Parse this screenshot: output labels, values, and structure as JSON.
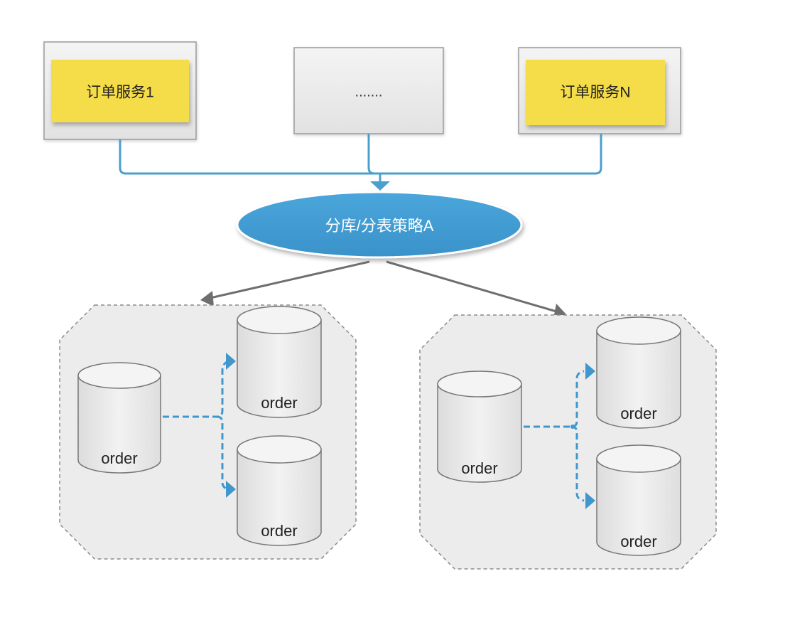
{
  "services": [
    {
      "label": "订单服务1"
    },
    {
      "label": "......."
    },
    {
      "label": "订单服务N"
    }
  ],
  "strategy": {
    "label": "分库/分表策略A"
  },
  "clusters": [
    {
      "source_db": "order",
      "targets": [
        "order",
        "order"
      ]
    },
    {
      "source_db": "order",
      "targets": [
        "order",
        "order"
      ]
    }
  ],
  "colors": {
    "service_fill": "#f5dc4a",
    "frame_fill": "#e9e9e9",
    "connector": "#4b9fcc",
    "strategy_fill": "#3f9ad1",
    "arrow_gray": "#6e6e6e",
    "cluster_border": "#8c8c8c",
    "db_fill": "#e6e6e6",
    "replication_line": "#3f97cd"
  }
}
